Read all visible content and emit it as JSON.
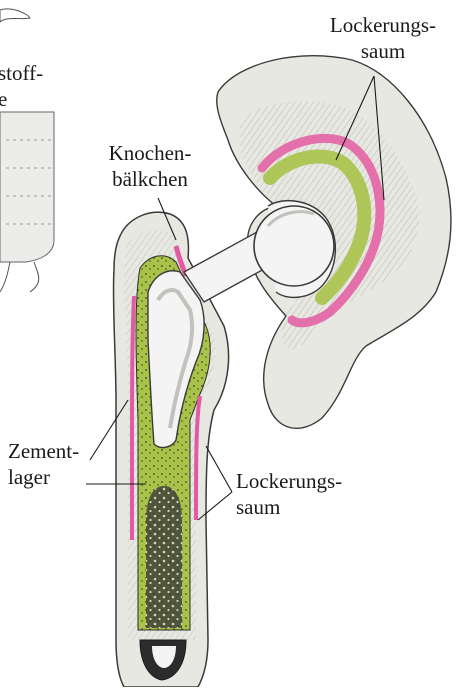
{
  "labels": {
    "partial_top_left": [
      "stoff-",
      "e"
    ],
    "lockerungssaum_top": [
      "Lockerungs-",
      "saum"
    ],
    "knochenbalkchen": [
      "Knochen-",
      "bälkchen"
    ],
    "zementlager": [
      "Zement-",
      "lager"
    ],
    "lockerungssaum_bottom": [
      "Lockerungs-",
      "saum"
    ]
  },
  "colors": {
    "ink": "#1a1a1a",
    "bone": "#e8e8e2",
    "bone_shade": "#bdbdb6",
    "prosthesis": "#f4f4f4",
    "cement": "#a9c24a",
    "loosening": "#e35aa2",
    "marrow": "#2c2c2c"
  }
}
